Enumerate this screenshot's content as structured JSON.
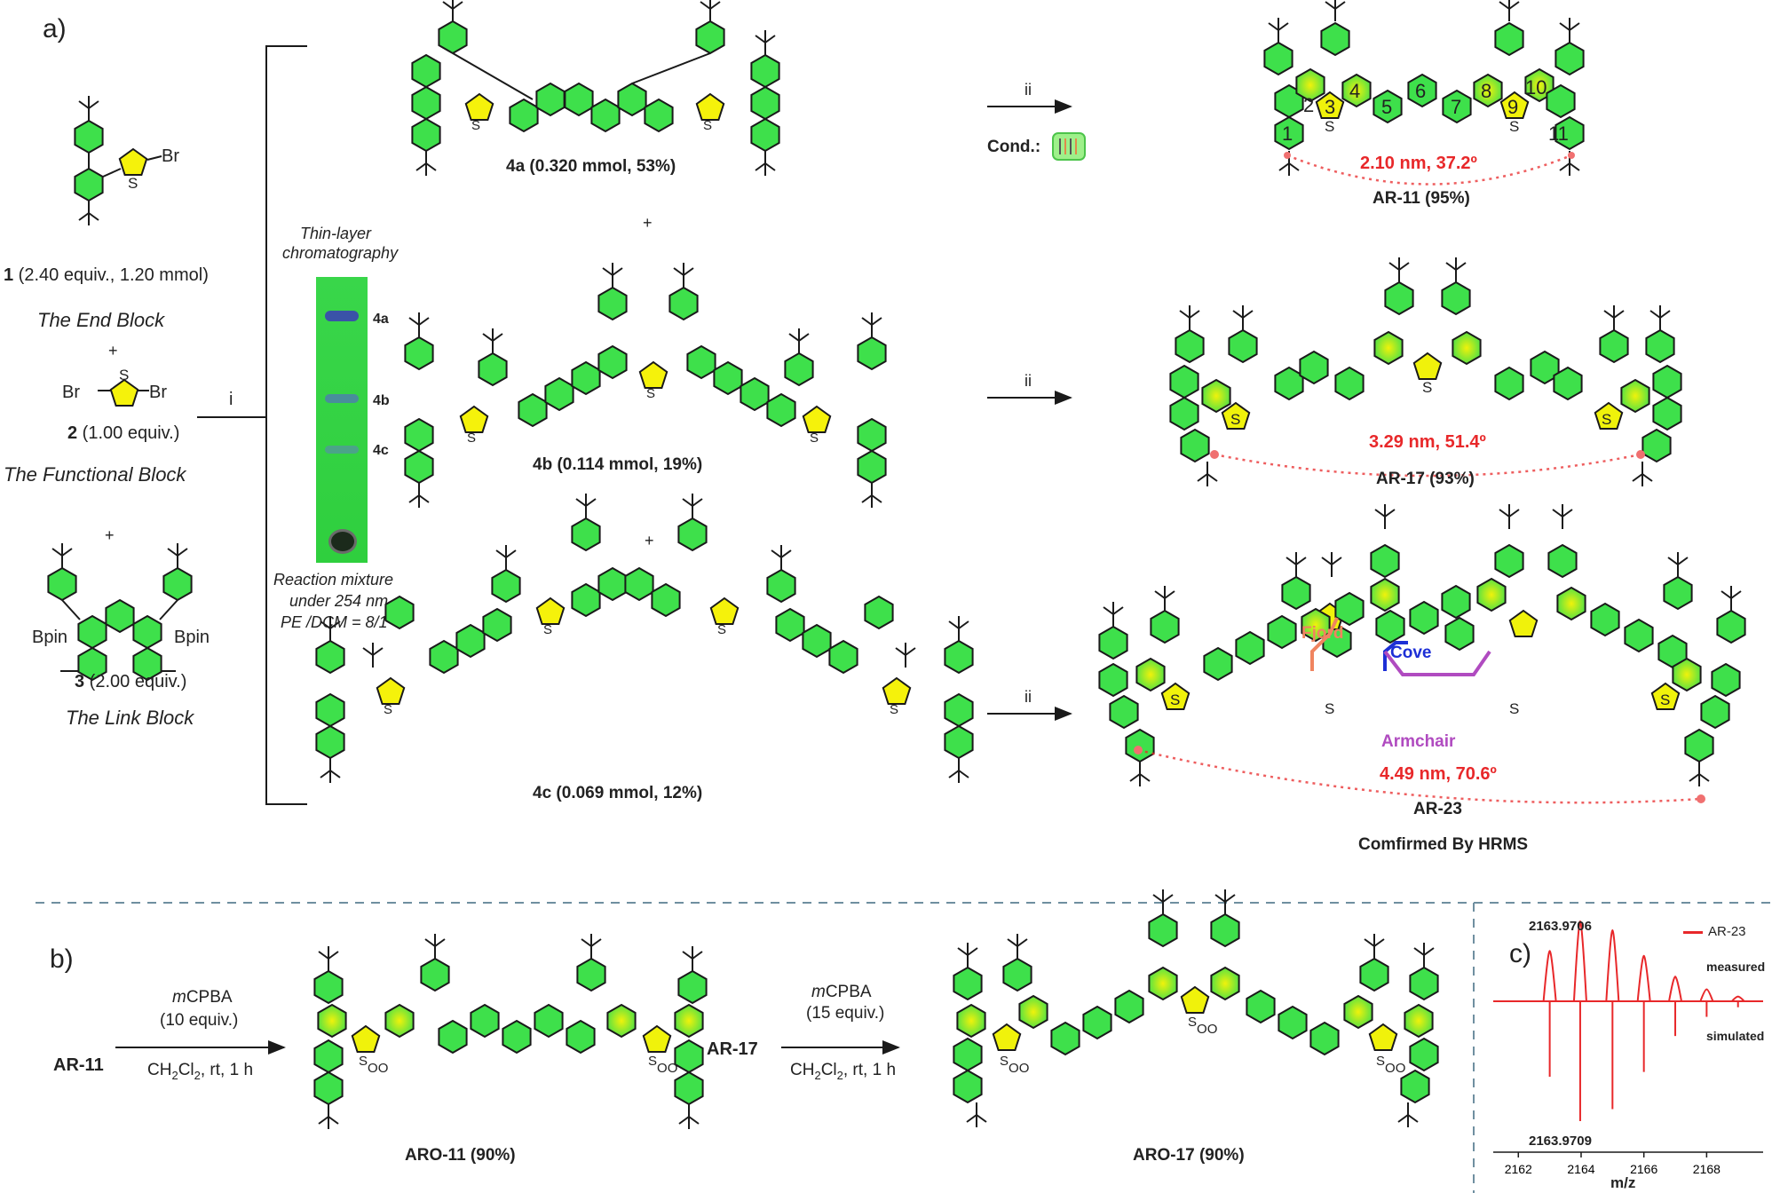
{
  "panels": {
    "a": "a)",
    "b": "b)",
    "c": "c)"
  },
  "colors": {
    "ring_green": "#3ee04b",
    "thiophene_yellow": "#f5f20b",
    "accent_red": "#e8282a",
    "fjord": "#f0845f",
    "cove": "#1d2fd6",
    "armchair": "#b04bc0",
    "divider": "#6f8fa0"
  },
  "reagents": {
    "compound1": {
      "number": "1",
      "detail": " (2.40 equiv., 1.20 mmol)",
      "block": "The End Block",
      "br": "Br",
      "s": "S"
    },
    "compound2": {
      "number": "2",
      "detail": " (1.00 equiv.)",
      "block": "The Functional Block",
      "br_left": "Br",
      "br_right": "Br",
      "s": "S"
    },
    "compound3": {
      "number": "3",
      "detail": " (2.00 equiv.)",
      "block": "The Link Block",
      "bpin_left": "Bpin",
      "bpin_right": "Bpin"
    },
    "plus": "+"
  },
  "step_i": "i",
  "step_ii": "ii",
  "cond_label": "Cond.:",
  "tlc": {
    "title_line1": "Thin-layer",
    "title_line2": "chromatography",
    "spots": [
      "4a",
      "4b",
      "4c"
    ],
    "caption_line1": "Reaction mixture",
    "caption_line2": "under 254 nm",
    "caption_line3": "PE /DCM = 8/1"
  },
  "intermediates": [
    {
      "id": "4a",
      "amount": " (0.320 mmol, ",
      "yield": "53%",
      "close": ")"
    },
    {
      "id": "4b",
      "amount": " (0.114 mmol, ",
      "yield": "19%",
      "close": ")"
    },
    {
      "id": "4c",
      "amount": " (0.069 mmol, ",
      "yield": "12%",
      "close": ")"
    }
  ],
  "products": [
    {
      "name": "AR-11",
      "yield": "  (95%)",
      "metrics": "2.10 nm, 37.2º"
    },
    {
      "name": "AR-17",
      "yield": " (93%)",
      "metrics": "3.29 nm, 51.4º"
    },
    {
      "name": "AR-23",
      "yield": "",
      "metrics": "4.49 nm, 70.6º",
      "note": "Comfirmed By HRMS"
    }
  ],
  "ring_numbers": [
    "1",
    "2",
    "3",
    "4",
    "5",
    "6",
    "7",
    "8",
    "9",
    "10",
    "11"
  ],
  "edge_labels": {
    "fjord": "Fjord",
    "cove": "Cove",
    "armchair": "Armchair"
  },
  "sulfur": "S",
  "oxidation": [
    {
      "start": "AR-11",
      "reagent": "CPBA",
      "reagent_prefix": "m",
      "equiv": "(10 equiv.)",
      "cond": "CH",
      "cond_sub": "2",
      "cond_mid": "Cl",
      "cond_sub2": "2",
      "cond_tail": ", rt, 1 h",
      "product": "ARO-11",
      "product_yield": " (90%)"
    },
    {
      "start": "AR-17",
      "reagent": "CPBA",
      "reagent_prefix": "m",
      "equiv": "(15 equiv.)",
      "cond": "CH",
      "cond_sub": "2",
      "cond_mid": "Cl",
      "cond_sub2": "2",
      "cond_tail": ", rt, 1 h",
      "product": "ARO-17",
      "product_yield": " (90%)"
    }
  ],
  "sulfone": {
    "s": "S",
    "o": "O"
  },
  "chart_data": {
    "type": "line",
    "title": "",
    "xlabel": "m/z",
    "ylabel": "",
    "xlim": [
      2161.2,
      2169.8
    ],
    "x_ticks": [
      2162,
      2164,
      2166,
      2168
    ],
    "legend": [
      "AR-23"
    ],
    "legend_placement": "top-right",
    "series": [
      {
        "name": "measured",
        "x": [
          2163.0,
          2163.9706,
          2165.0,
          2166.0,
          2167.0,
          2168.0,
          2169.0
        ],
        "values": [
          0.63,
          1.0,
          0.89,
          0.57,
          0.31,
          0.15,
          0.06
        ]
      },
      {
        "name": "simulated",
        "x": [
          2163.0,
          2163.9709,
          2165.0,
          2166.0,
          2167.0,
          2168.0,
          2169.0
        ],
        "values": [
          -0.63,
          -1.0,
          -0.9,
          -0.59,
          -0.29,
          -0.13,
          -0.05
        ]
      }
    ],
    "peak_labels": [
      "2163.9706",
      "2163.9709"
    ],
    "annotations": [
      "measured",
      "simulated"
    ]
  }
}
